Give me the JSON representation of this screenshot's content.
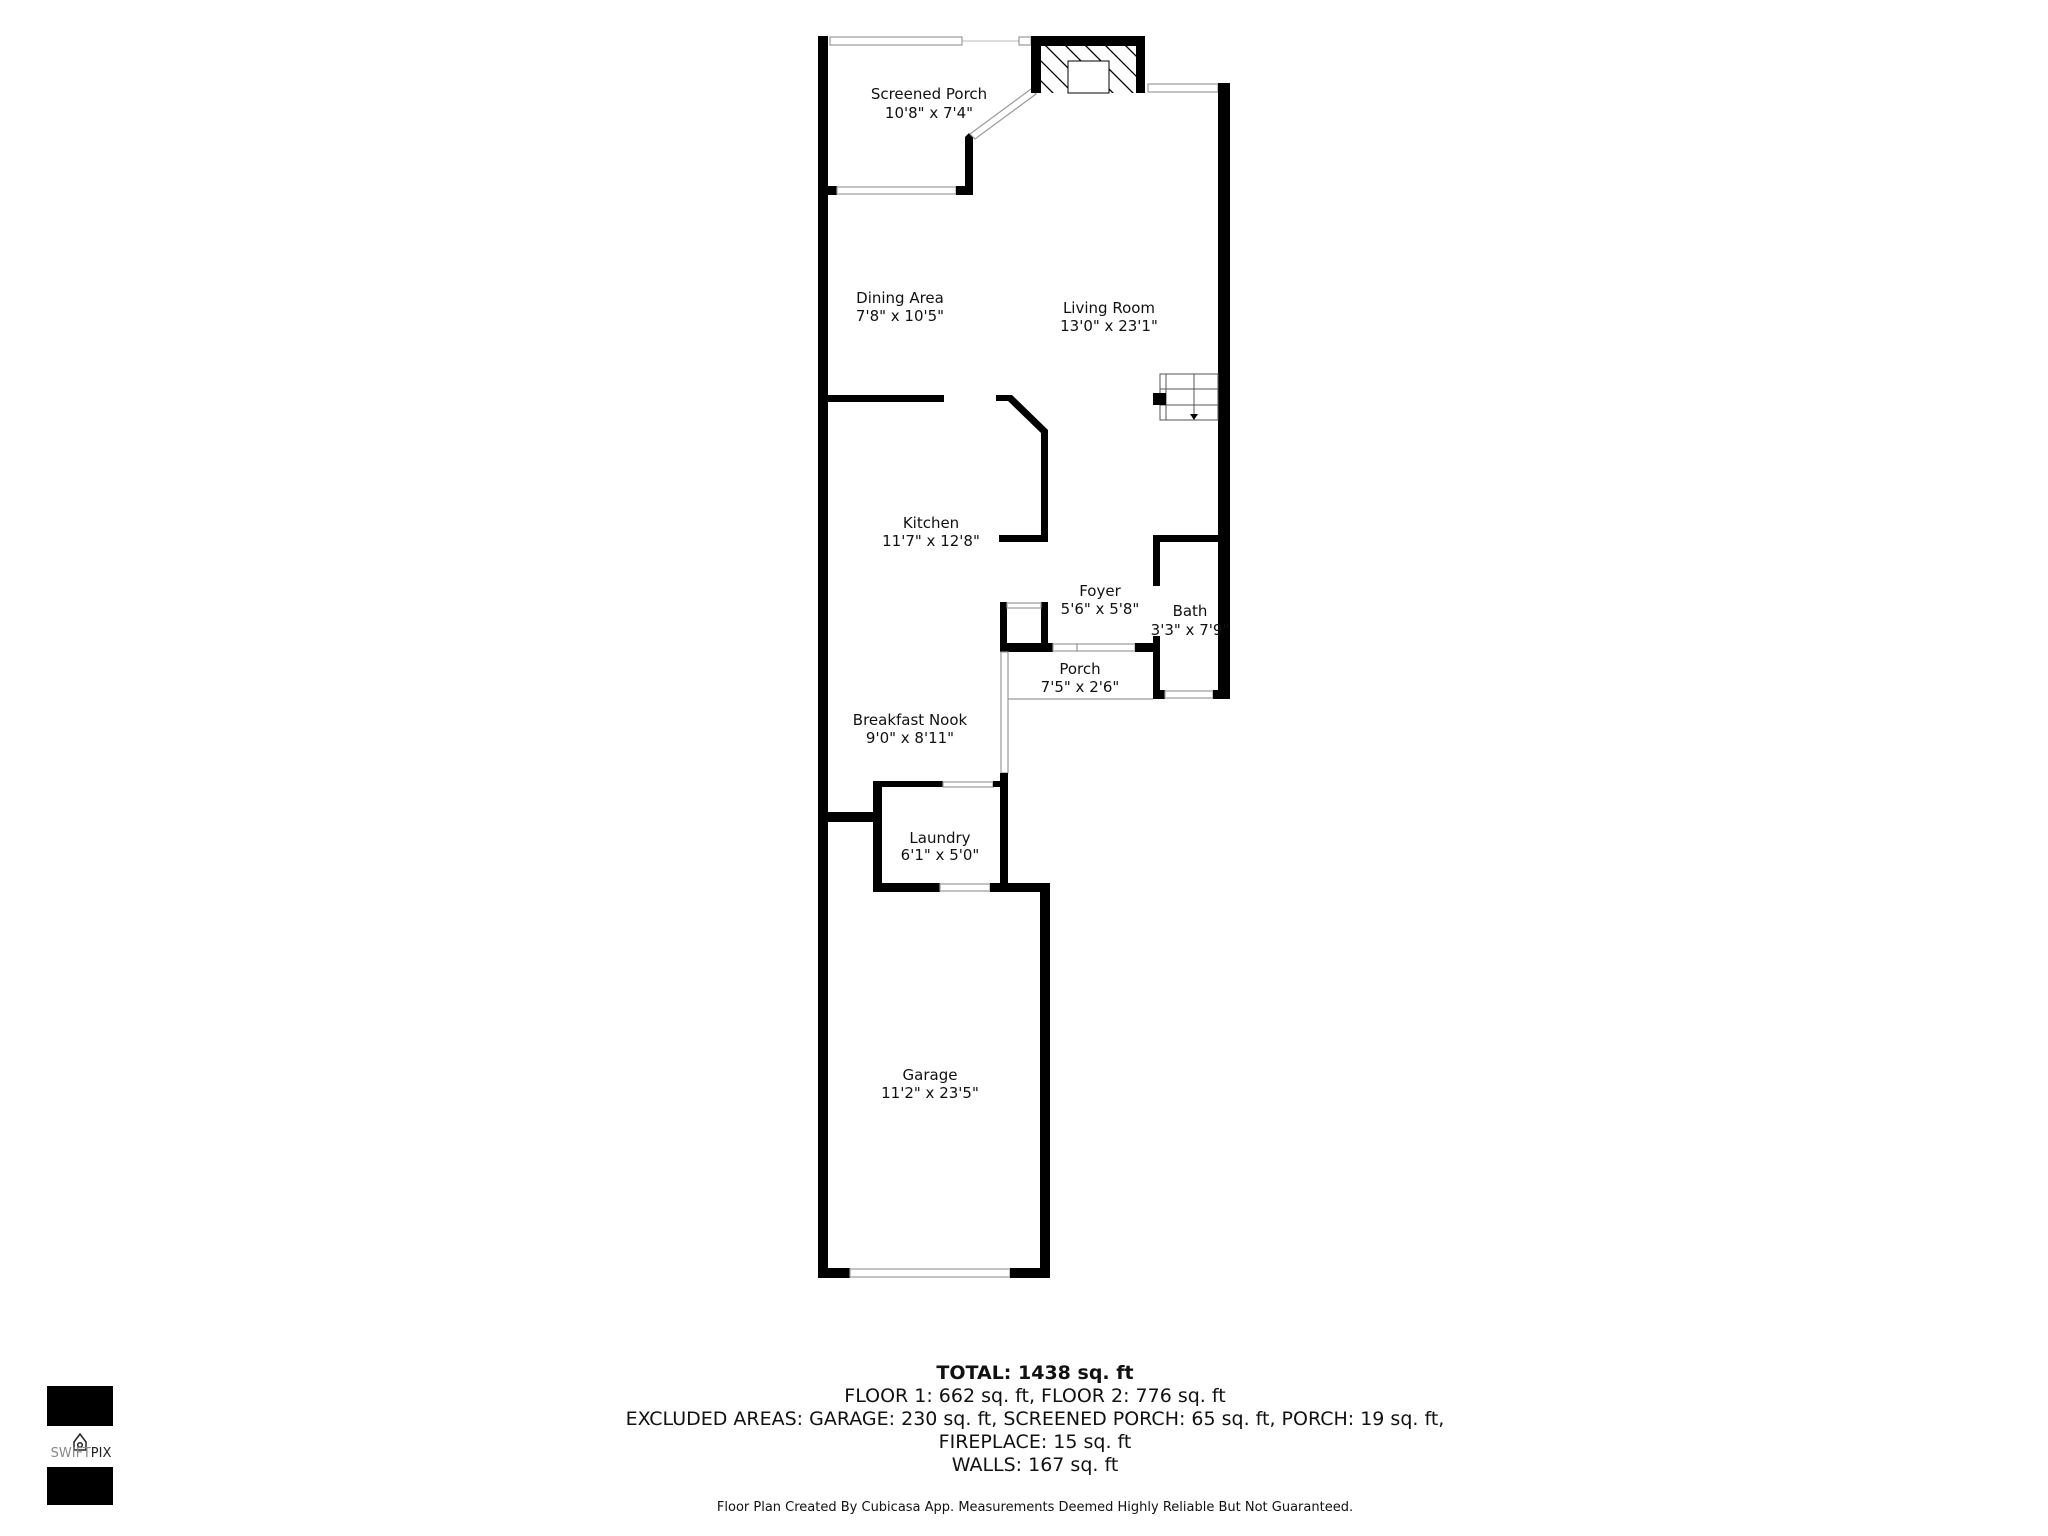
{
  "rooms": {
    "screened_porch": {
      "name": "Screened Porch",
      "size": "10'8\" x 7'4\""
    },
    "dining_area": {
      "name": "Dining Area",
      "size": "7'8\" x 10'5\""
    },
    "living_room": {
      "name": "Living Room",
      "size": "13'0\" x 23'1\""
    },
    "kitchen": {
      "name": "Kitchen",
      "size": "11'7\" x 12'8\""
    },
    "foyer": {
      "name": "Foyer",
      "size": "5'6\" x 5'8\""
    },
    "bath": {
      "name": "Bath",
      "size": "3'3\" x 7'9\""
    },
    "porch": {
      "name": "Porch",
      "size": "7'5\" x 2'6\""
    },
    "breakfast_nook": {
      "name": "Breakfast Nook",
      "size": "9'0\" x 8'11\""
    },
    "laundry": {
      "name": "Laundry",
      "size": "6'1\" x 5'0\""
    },
    "garage": {
      "name": "Garage",
      "size": "11'2\" x 23'5\""
    }
  },
  "summary": {
    "total": "TOTAL: 1438 sq. ft",
    "floors": "FLOOR 1: 662 sq. ft, FLOOR 2: 776 sq. ft",
    "excluded": "EXCLUDED AREAS: GARAGE: 230 sq. ft, SCREENED PORCH: 65 sq. ft, PORCH: 19 sq. ft,",
    "fireplace": "FIREPLACE: 15 sq. ft",
    "walls": "WALLS: 167 sq. ft"
  },
  "disclaimer": "Floor Plan Created By Cubicasa App. Measurements Deemed Highly Reliable But Not Guaranteed.",
  "logo": {
    "text_light": "SWIFT",
    "text_dark": "PIX"
  },
  "colors": {
    "wall": "#000000",
    "background": "#ffffff",
    "glass": "#999999"
  }
}
